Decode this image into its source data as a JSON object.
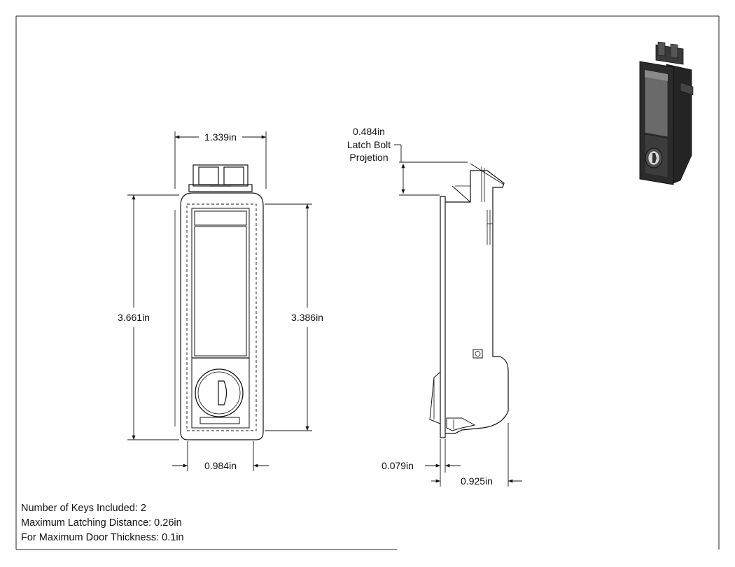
{
  "dimensions": {
    "overall_width": "1.339in",
    "overall_height": "3.661in",
    "cutout_height": "3.386in",
    "cutout_width": "0.984in",
    "latch_projection_value": "0.484in",
    "latch_projection_label_1": "Latch Bolt",
    "latch_projection_label_2": "Projetion",
    "flange_thickness": "0.079in",
    "depth": "0.925in"
  },
  "notes": [
    "Number of Keys Included: 2",
    "Maximum Latching Distance: 0.26in",
    "For Maximum Door Thickness: 0.1in"
  ],
  "colors": {
    "line": "#111111",
    "render_body": "#2b2b2b",
    "render_face": "#6a6a6a"
  }
}
